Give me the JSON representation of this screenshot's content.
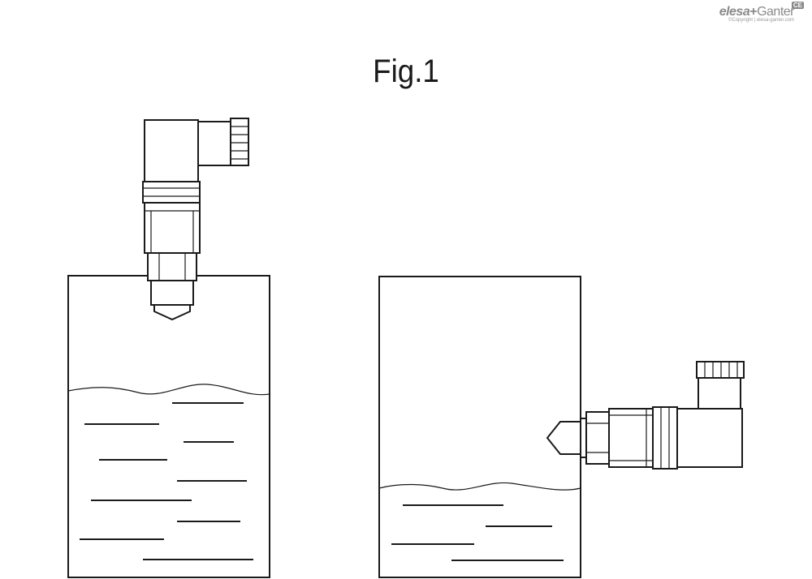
{
  "figure": {
    "title": "Fig.1"
  },
  "logo": {
    "brand_elesa": "elesa",
    "brand_plus": "+",
    "brand_ganter": "Ganter",
    "copyright": "©Copyright | elesa-ganter.com",
    "mark": "CE"
  },
  "colors": {
    "line": "#1a1a1a",
    "background": "#ffffff",
    "logo": "#8a8a8a"
  }
}
